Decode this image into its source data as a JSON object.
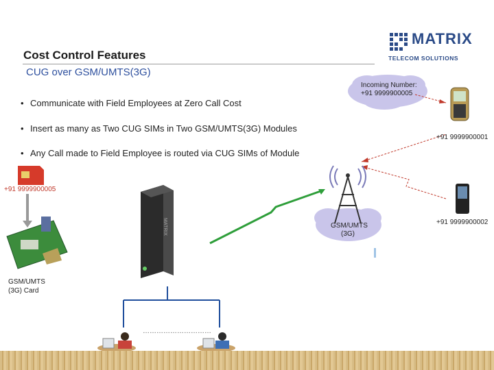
{
  "header": {
    "title": "Cost Control Features",
    "subtitle": "CUG over GSM/UMTS(3G)"
  },
  "logo": {
    "name": "MATRIX",
    "tagline": "TELECOM SOLUTIONS"
  },
  "bullets": [
    "Communicate with Field Employees at Zero Call Cost",
    "Insert as many as Two CUG SIMs in Two GSM/UMTS(3G) Modules",
    "Any Call made to Field Employee is routed via CUG SIMs of Module"
  ],
  "diagram": {
    "incoming_label": "Incoming Number:",
    "incoming_number": "+91 9999900005",
    "sim_number": "+91 9999900005",
    "card_label_line1": "GSM/UMTS",
    "card_label_line2": "(3G) Card",
    "tower_label_line1": "GSM/UMTS",
    "tower_label_line2": "(3G)",
    "phone1_number": "+91 9999900001",
    "phone2_number": "+91 9999900002",
    "device_brand": "MATRIX",
    "dotted_separator": "…………………………"
  },
  "colors": {
    "title_blue": "#2d4f9e",
    "logo_blue": "#2a4a87",
    "sim_red": "#c0392b",
    "link_green": "#2e9e3a",
    "link_red": "#c0392b",
    "bus_blue": "#1f4e9c"
  }
}
